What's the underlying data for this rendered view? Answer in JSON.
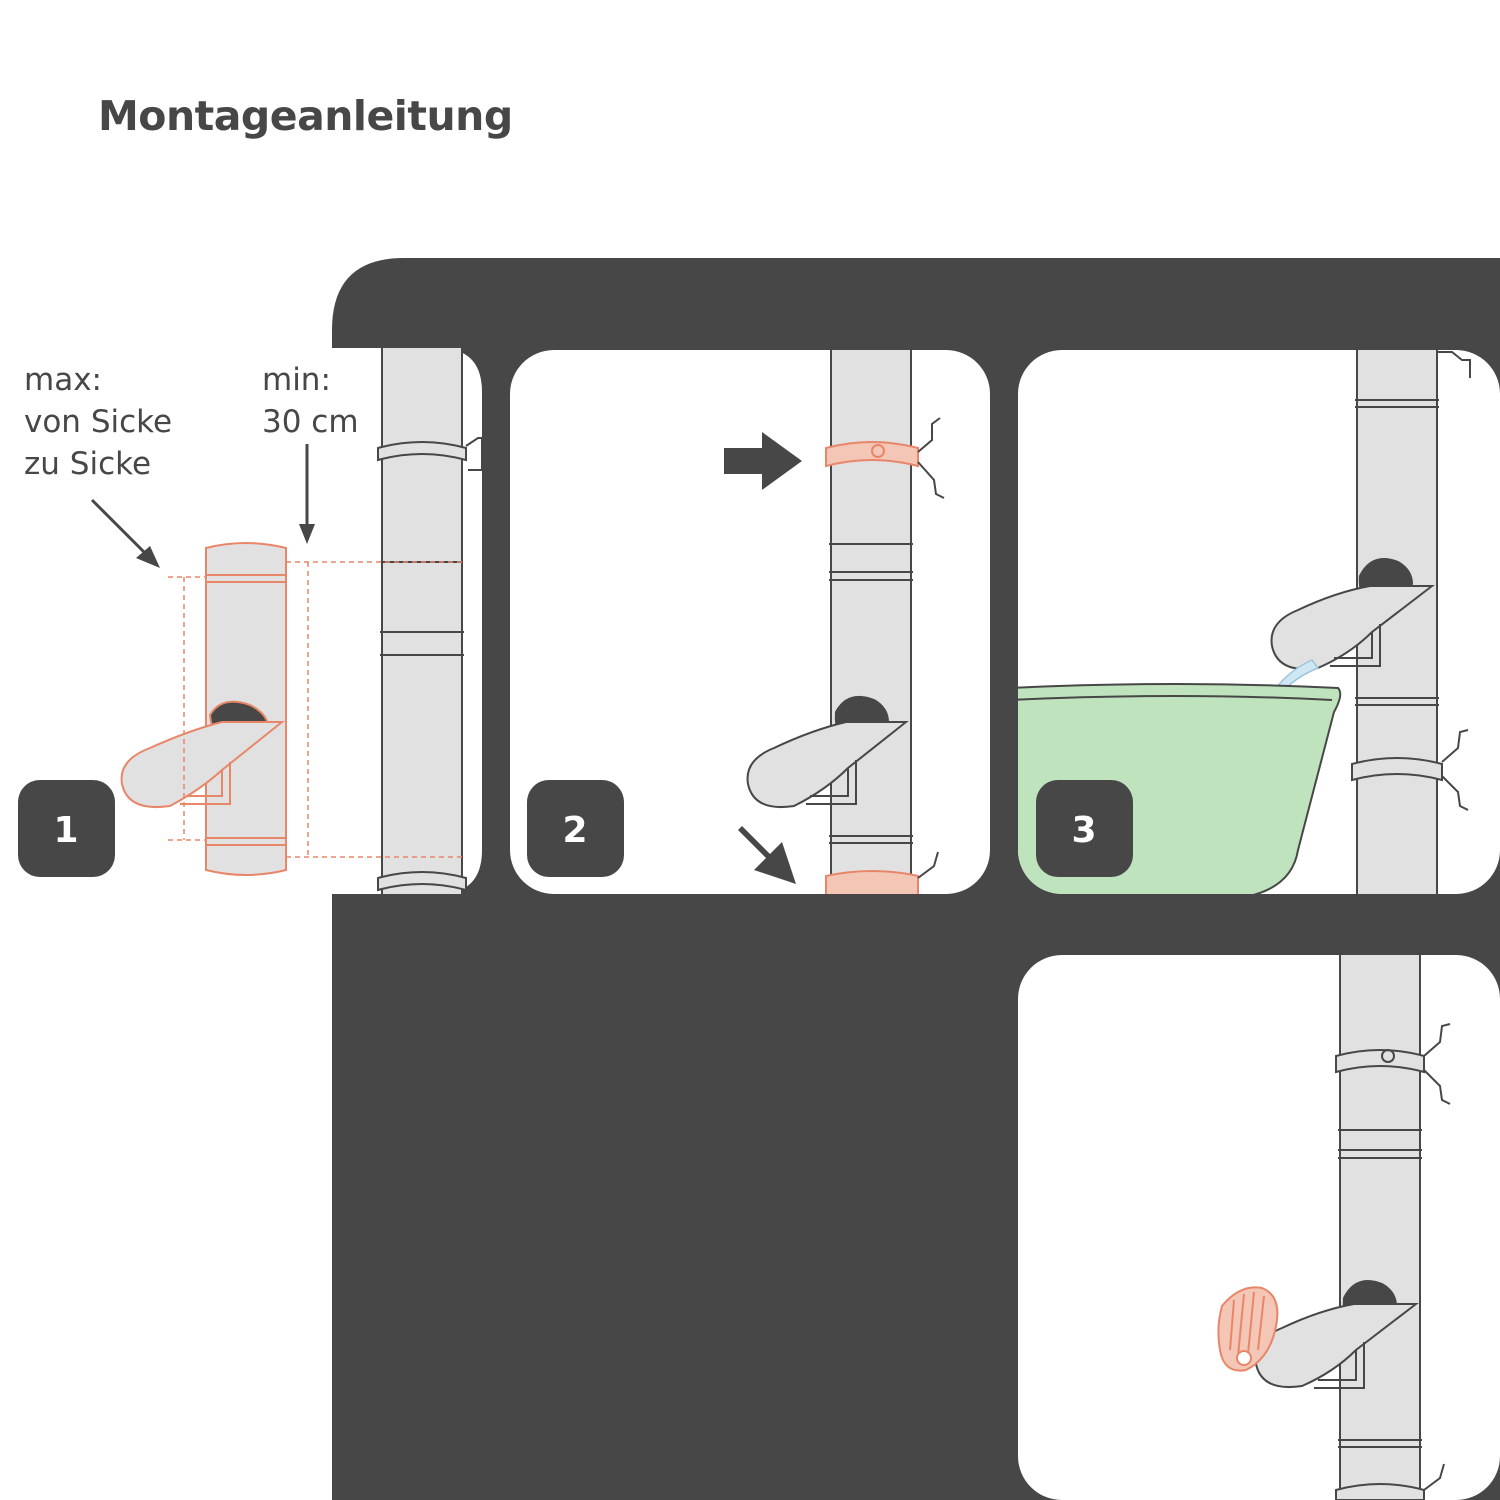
{
  "title": "Montageanleitung",
  "step1": {
    "number": "1",
    "max_label": [
      "max:",
      "von Sicke",
      "zu Sicke"
    ],
    "min_label": [
      "min:",
      "30 cm"
    ]
  },
  "step2": {
    "number": "2"
  },
  "step3": {
    "number": "3"
  },
  "colors": {
    "dark": "#474747",
    "pipe": "#e1e1e1",
    "outline": "#474747",
    "accent": "#e8866a",
    "barrel": "#bfe3bd"
  }
}
